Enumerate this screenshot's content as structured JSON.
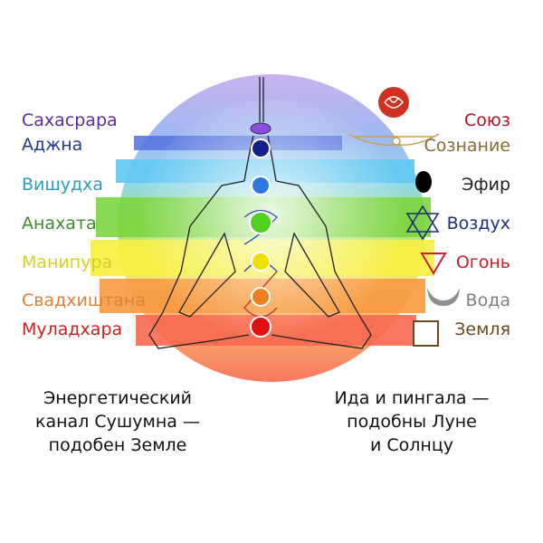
{
  "chakras": [
    {
      "name": "Сахасрара",
      "color": "#5b2a9c"
    },
    {
      "name": "Аджна",
      "color": "#1f3c8f"
    },
    {
      "name": "Вишудха",
      "color": "#2b9fc2"
    },
    {
      "name": "Анахата",
      "color": "#3e8c2c"
    },
    {
      "name": "Манипура",
      "color": "#d8cf22"
    },
    {
      "name": "Свадхиштана",
      "color": "#dd8236"
    },
    {
      "name": "Муладхара",
      "color": "#cc1f1f"
    }
  ],
  "elements": [
    {
      "name": "Союз",
      "symbol": "rose-icon",
      "color": "#b0102a"
    },
    {
      "name": "Сознание",
      "symbol": "winged-disc-icon",
      "color": "#8a6a30"
    },
    {
      "name": "Эфир",
      "symbol": "black-oval-icon",
      "color": "#222222"
    },
    {
      "name": "Воздух",
      "symbol": "hexagram-icon",
      "color": "#1f2f7a"
    },
    {
      "name": "Огонь",
      "symbol": "down-triangle-icon",
      "color": "#cc2030"
    },
    {
      "name": "Вода",
      "symbol": "crescent-icon",
      "color": "#808080"
    },
    {
      "name": "Земля",
      "symbol": "square-icon",
      "color": "#6b4a20"
    }
  ],
  "captions": {
    "left": [
      "Энергетический",
      "канал Сушумна —",
      "подобен Земле"
    ],
    "right": [
      "Ида и пингала —",
      "подобны Луне",
      "и Солнцу"
    ]
  }
}
